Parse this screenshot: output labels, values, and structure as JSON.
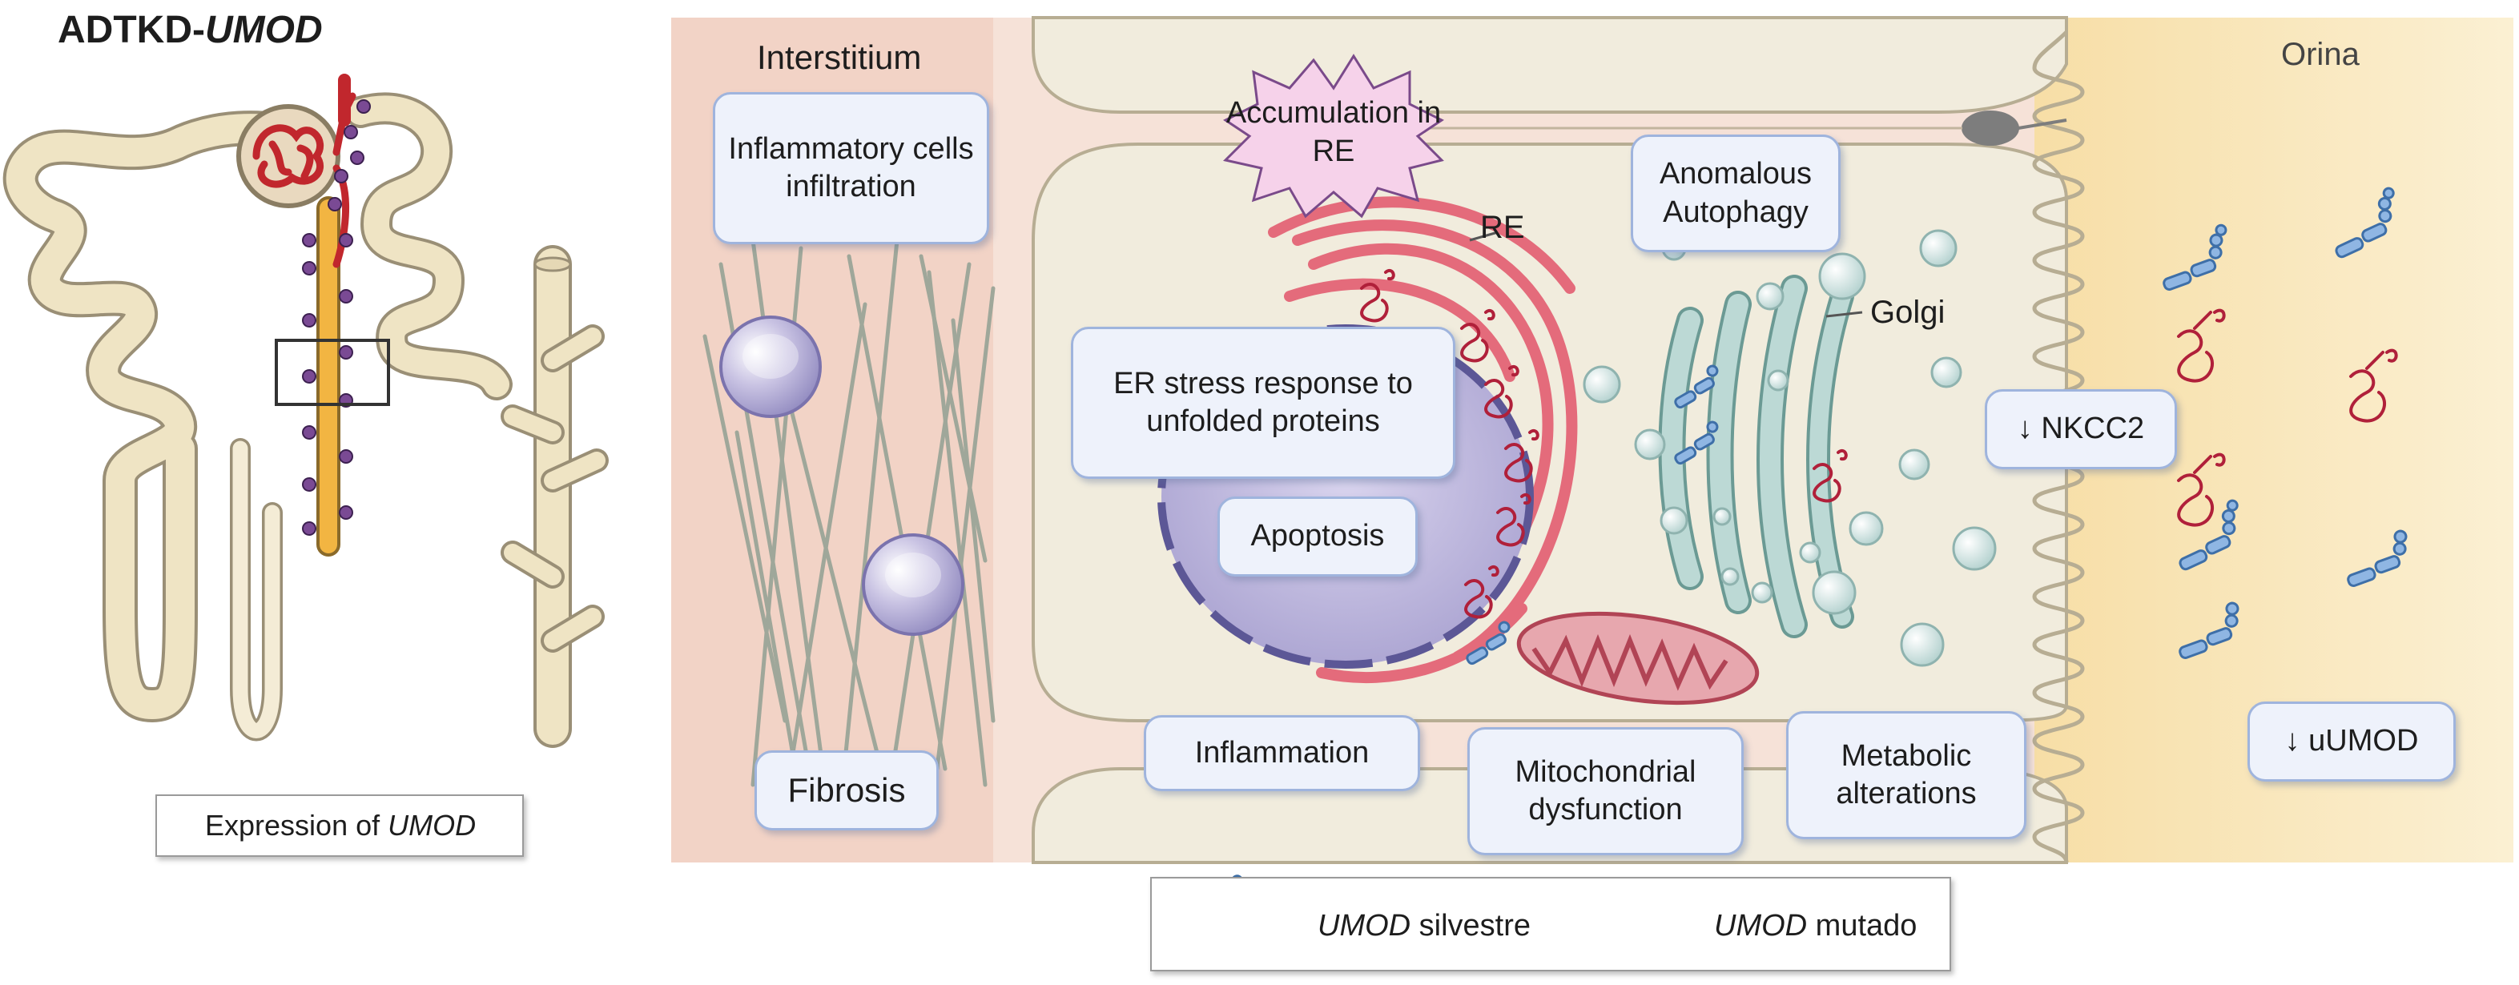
{
  "title": {
    "prefix": "ADTKD-",
    "gene": "UMOD"
  },
  "nephron_legend": {
    "prefix": "Expression of ",
    "gene": "UMOD"
  },
  "regions": {
    "interstitium": "Interstitium",
    "urine": "Orina"
  },
  "labels": {
    "inflammatory_cells": "Inflammatory cells infiltration",
    "accumulation": "Accumulation in RE",
    "anomalous_autophagy": "Anomalous Autophagy",
    "re": "RE",
    "golgi": "Golgi",
    "er_stress": "ER stress response to unfolded proteins",
    "apoptosis": "Apoptosis",
    "nkcc2": "↓ NKCC2",
    "fibrosis": "Fibrosis",
    "inflammation": "Inflammation",
    "mitochondrial": "Mitochondrial dysfunction",
    "metabolic": "Metabolic alterations",
    "uumod": "↓ uUMOD"
  },
  "legend": {
    "wild": {
      "gene": "UMOD",
      "text": " silvestre"
    },
    "mutant": {
      "gene": "UMOD",
      "text": " mutado"
    }
  },
  "colors": {
    "interstitium": "#f6d9cf",
    "cell": "#f1ecdd",
    "urine": "#faebc3",
    "label_bg": "#eef2fb",
    "label_border": "#9fb4dd",
    "er": "#e46b7b",
    "nucleus": "#b5b0d6",
    "golgi": "#a8c9c4",
    "protein_wild": "#5b8fcb",
    "protein_mutant": "#c8374d",
    "umod_dot": "#7a4a94",
    "tubule": "#efe4c4"
  }
}
